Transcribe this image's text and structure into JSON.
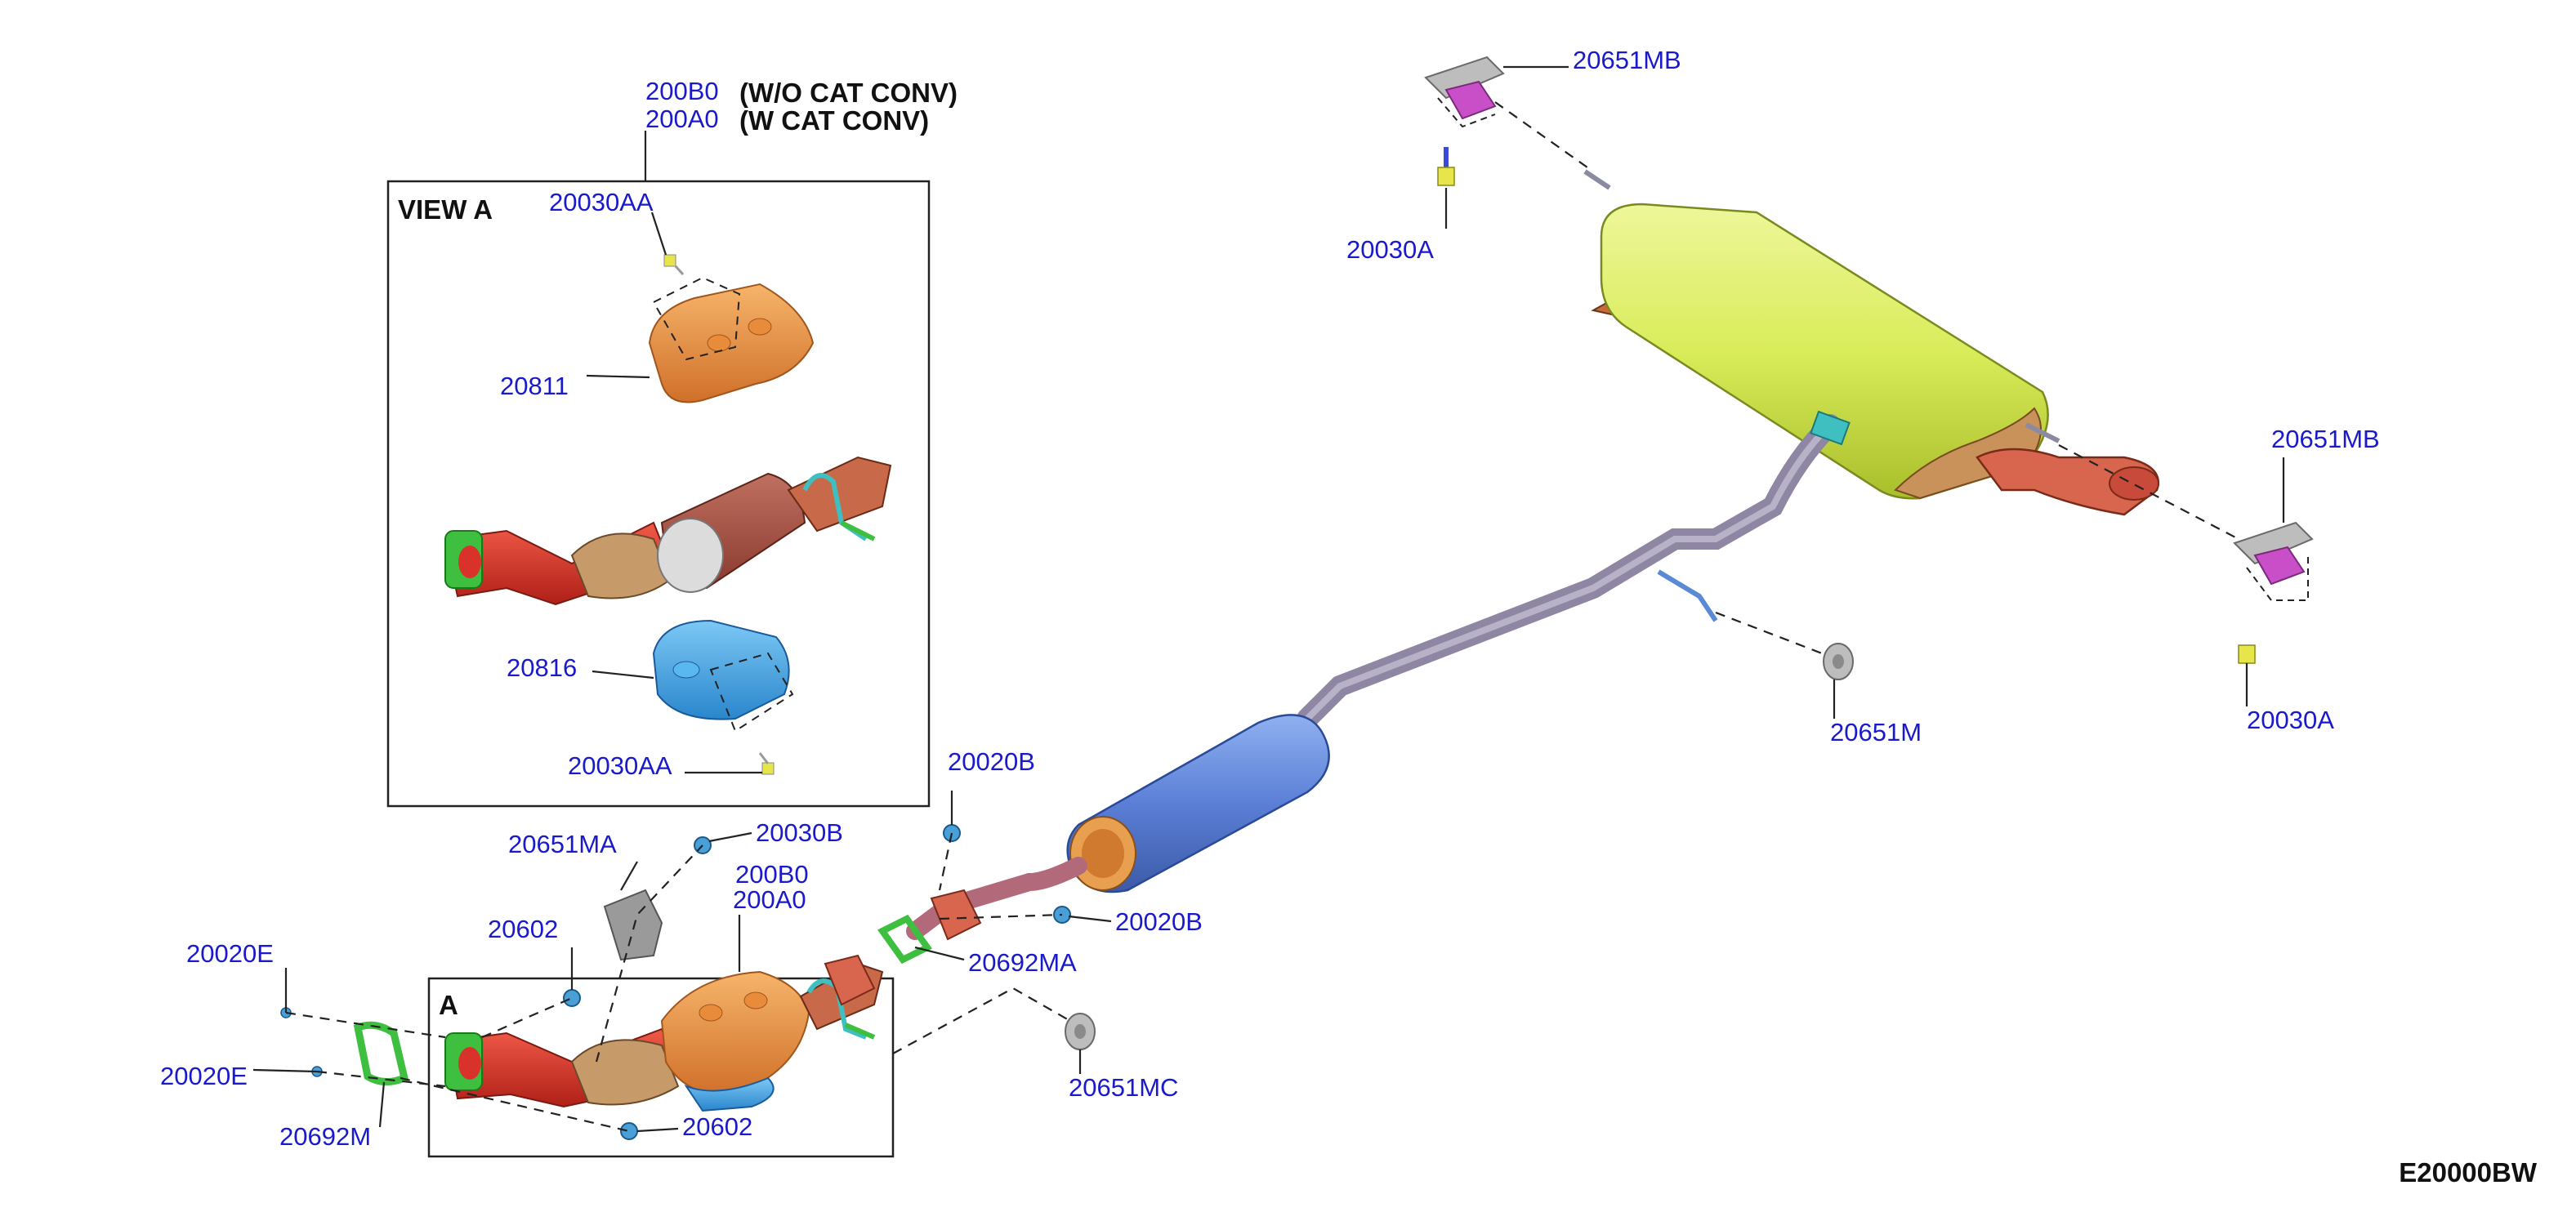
{
  "notes": {
    "top_cat_code_1": "200B0",
    "top_cat_desc_1": "(W/O CAT CONV)",
    "top_cat_code_2": "200A0",
    "top_cat_desc_2": "(W CAT CONV)"
  },
  "view_a": {
    "title": "VIEW A",
    "labels": {
      "bolt_top": "20030AA",
      "heat_shield_top": "20811",
      "heat_shield_bottom": "20816",
      "bolt_bottom": "20030AA"
    }
  },
  "detail_a": {
    "title": "A"
  },
  "callouts": {
    "hanger_top": "20651MB",
    "bolt_top_left": "20030A",
    "hanger_right": "20651MB",
    "bolt_right": "20030A",
    "rubber_mount_mid": "20651M",
    "nut_b_upper": "20020B",
    "nut_b_lower": "20020B",
    "bolt_b": "20030B",
    "hanger_ma": "20651MA",
    "gasket_ma": "20692MA",
    "rubber_mount_mc": "20651MC",
    "nut_e_upper": "20020E",
    "nut_e_lower": "20020E",
    "gasket_m": "20692M",
    "nut_602_upper": "20602",
    "nut_602_lower": "20602",
    "front_tube_code_1": "200B0",
    "front_tube_code_2": "200A0"
  },
  "diagram_code": "E20000BW",
  "colors": {
    "label_blue": "#1a1acc",
    "muffler_yellow": "#d9ec5a",
    "resonator_blue": "#5b7fd6",
    "pipe_gray": "#8e86a2",
    "catalyst_copper": "#e8893a",
    "catalyst_red": "#d8322a",
    "shield_blue": "#3aa3e6",
    "gasket_green": "#3fbf3f",
    "tail_pipe_red": "#d8664e",
    "hanger_gray": "#bdbdbd",
    "hanger_pink": "#c84fc8"
  }
}
